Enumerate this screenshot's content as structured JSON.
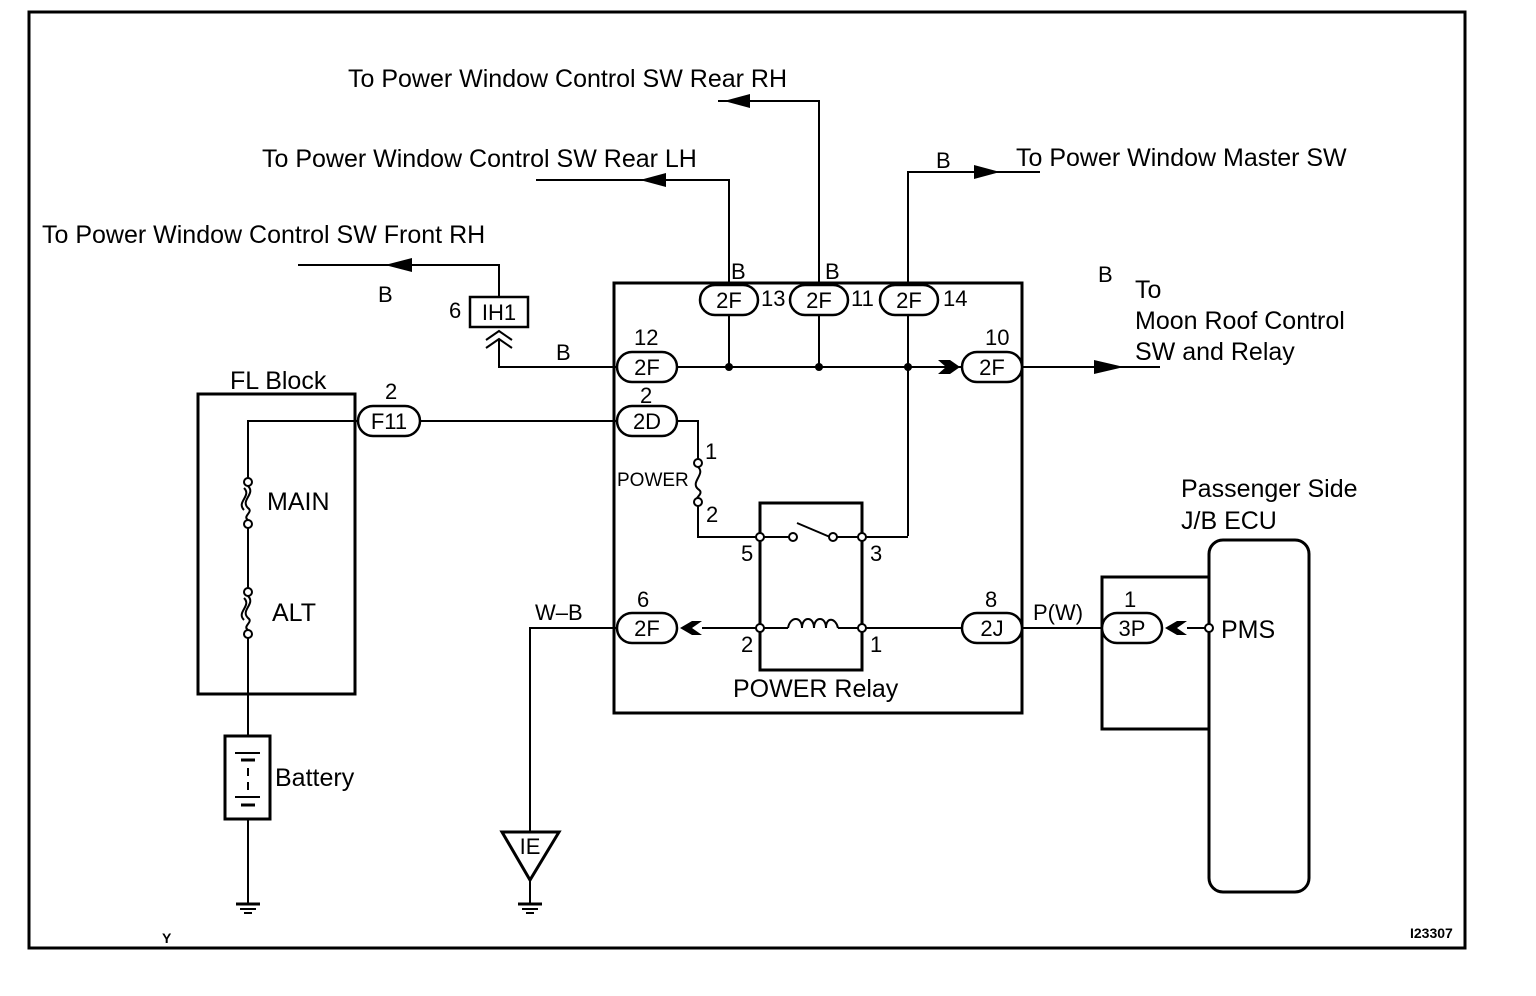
{
  "diagram": {
    "figure_id": "I23307",
    "corner_mark": "Y",
    "destinations": {
      "rear_rh": "To Power Window Control SW Rear RH",
      "rear_lh": "To Power Window Control SW Rear LH",
      "front_rh": "To Power Window Control SW Front RH",
      "master": "To Power Window Master SW",
      "moon_roof_line1": "To",
      "moon_roof_line2": "Moon Roof Control",
      "moon_roof_line3": "SW and Relay"
    },
    "wire_colors": {
      "front_rh": "B",
      "ih1_to_2f12": "B",
      "rear_lh": "B",
      "rear_rh": "B",
      "master": "B",
      "moon_roof": "B",
      "ground": "W–B",
      "pms": "P(W)"
    },
    "connectors": {
      "ih1": {
        "name": "IH1",
        "pin": "6"
      },
      "f11": {
        "name": "F11",
        "pin": "2"
      },
      "c2f_12": {
        "name": "2F",
        "pin": "12"
      },
      "c2d_2": {
        "name": "2D",
        "pin": "2"
      },
      "c2f_13": {
        "name": "2F",
        "pin": "13"
      },
      "c2f_11": {
        "name": "2F",
        "pin": "11"
      },
      "c2f_14": {
        "name": "2F",
        "pin": "14"
      },
      "c2f_10": {
        "name": "2F",
        "pin": "10"
      },
      "c2f_6": {
        "name": "2F",
        "pin": "6"
      },
      "c2j_8": {
        "name": "2J",
        "pin": "8"
      },
      "c3p_1": {
        "name": "3P",
        "pin": "1"
      }
    },
    "components": {
      "fl_block": "FL Block",
      "main_fuse": "MAIN",
      "alt_fuse": "ALT",
      "battery": "Battery",
      "power_fuse": "POWER",
      "power_fuse_pin1": "1",
      "power_fuse_pin2": "2",
      "power_relay": "POWER Relay",
      "relay_pin5": "5",
      "relay_pin3": "3",
      "relay_pin2": "2",
      "relay_pin1": "1",
      "ground_point": "IE",
      "ecu_line1": "Passenger Side",
      "ecu_line2": "J/B ECU",
      "ecu_terminal": "PMS"
    }
  }
}
